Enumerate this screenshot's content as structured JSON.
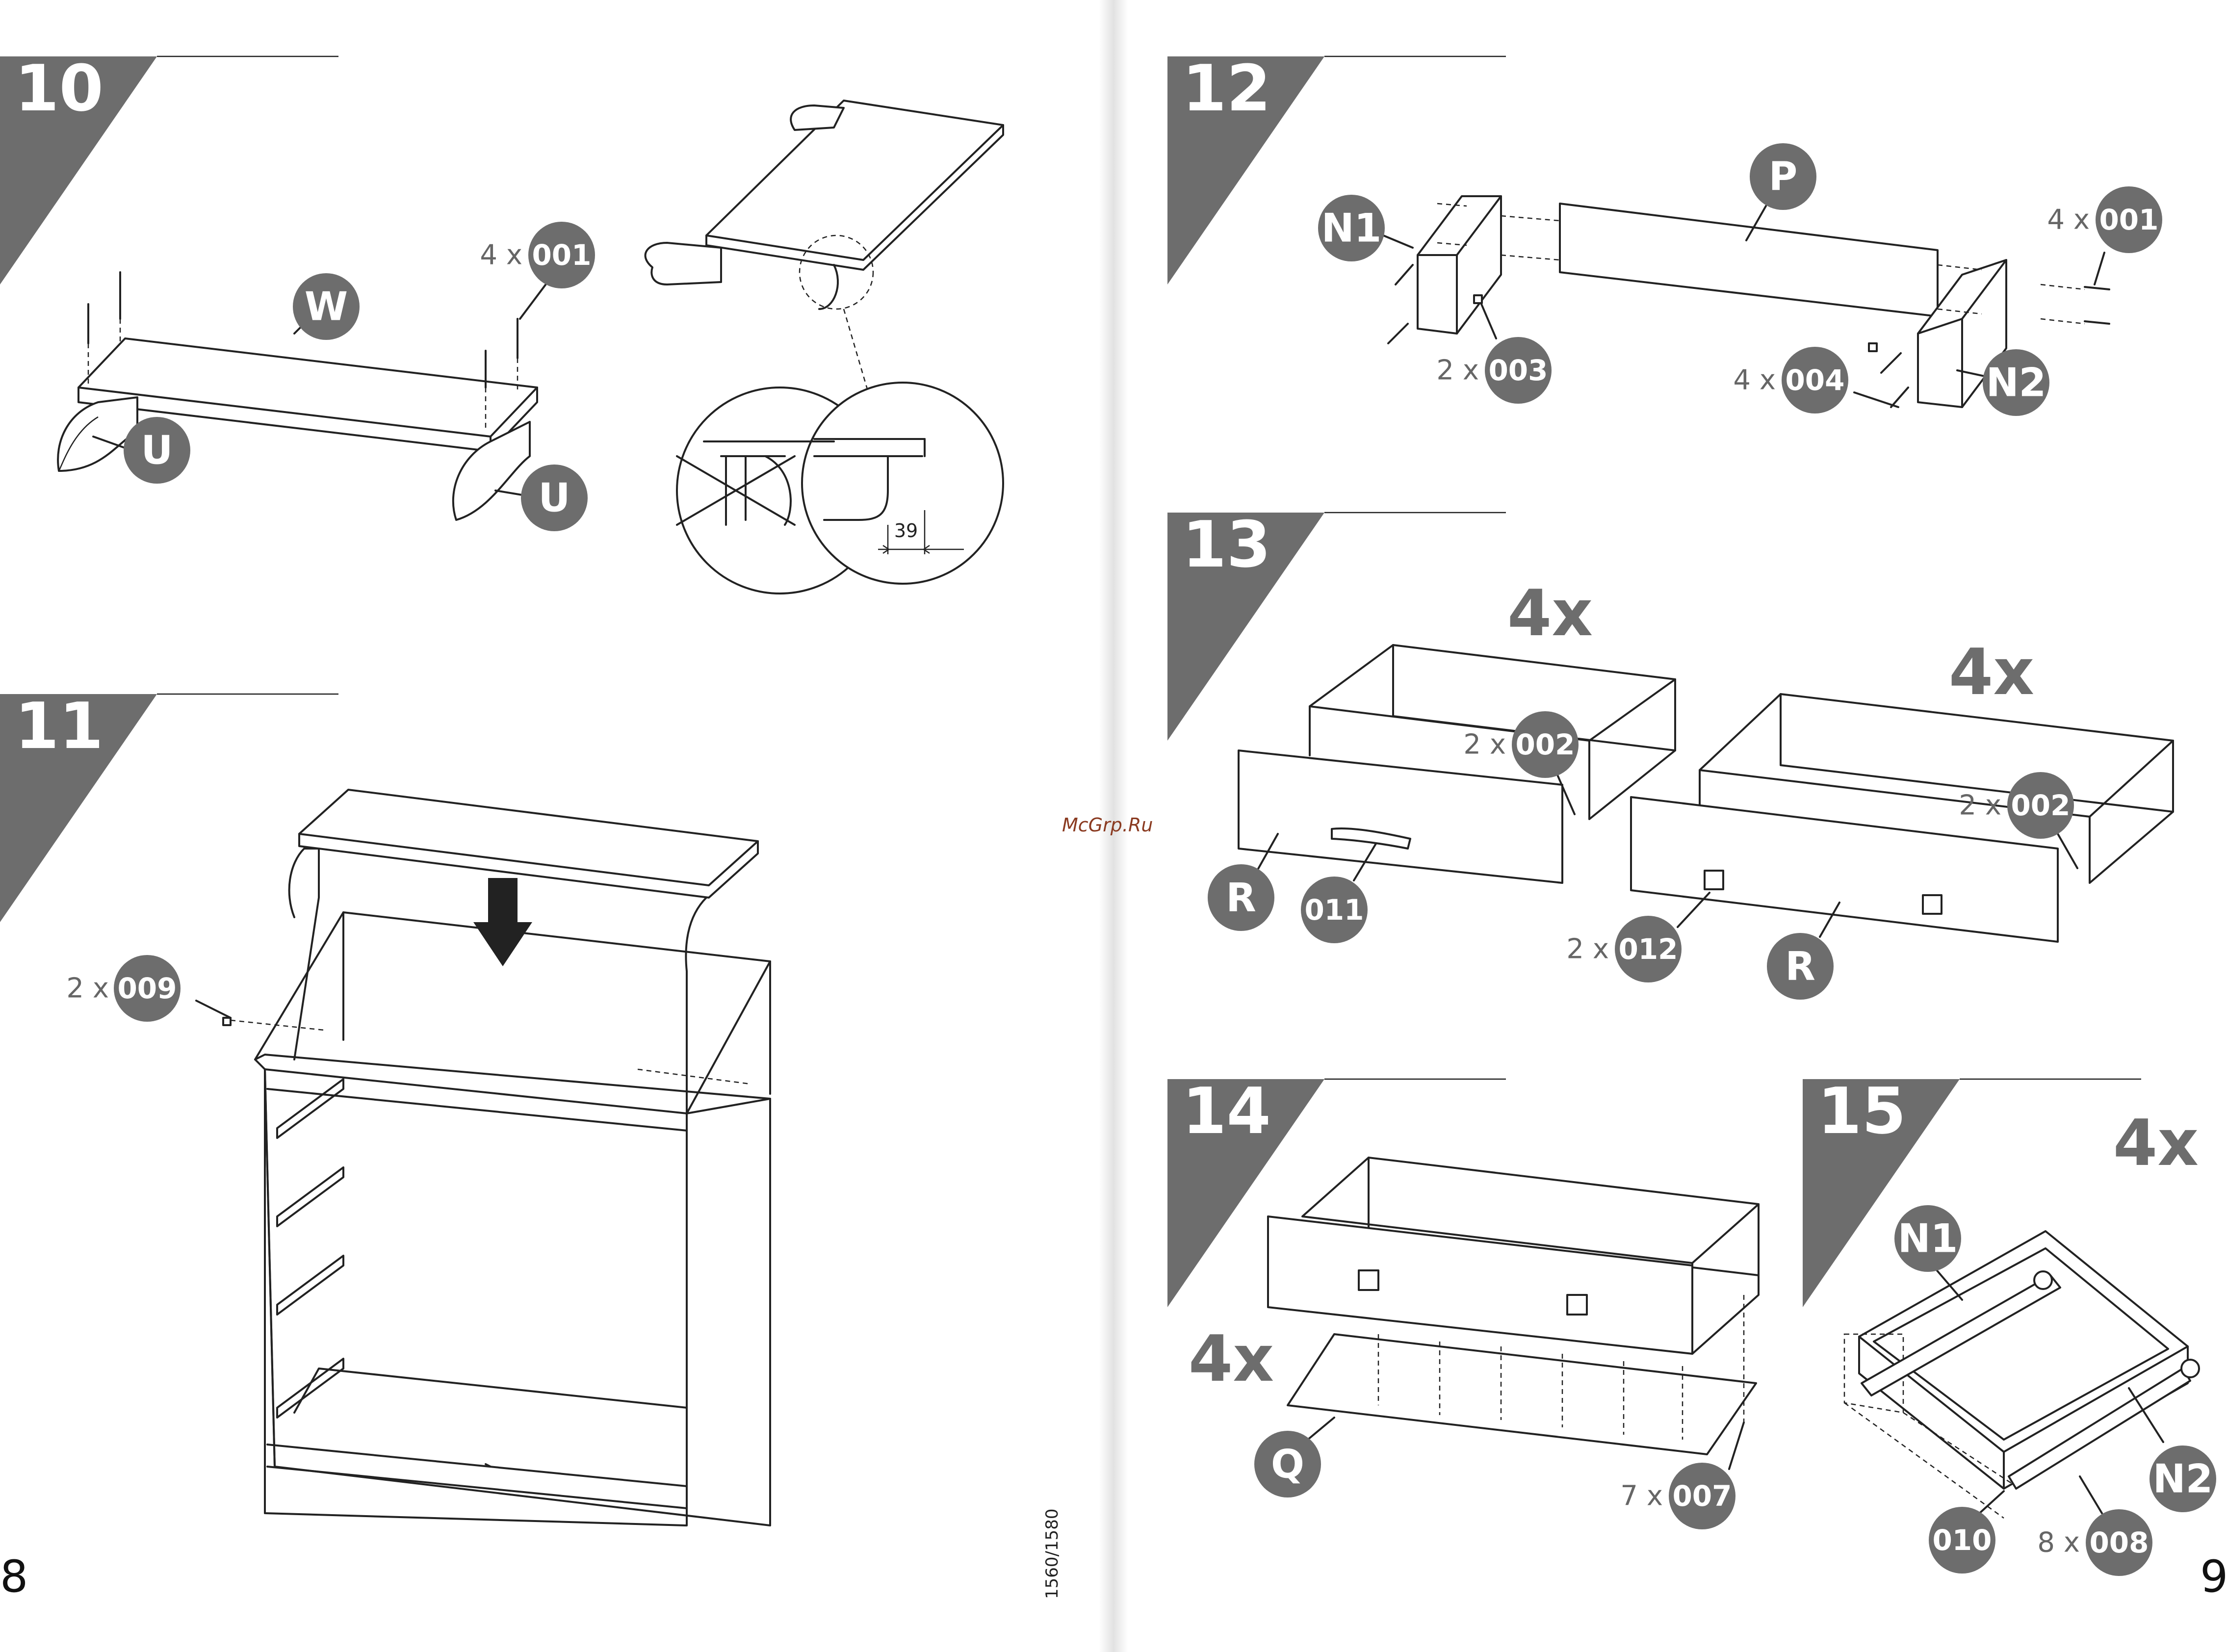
{
  "pages": {
    "left_number": "8",
    "right_number": "9"
  },
  "watermark": "McGrp.Ru",
  "model_code": "1560/1580",
  "steps": [
    {
      "number": "10",
      "parts": [
        "W",
        "U",
        "U"
      ],
      "fasteners": [
        {
          "qty": "4 x",
          "code": "001"
        }
      ],
      "dimension": "39"
    },
    {
      "number": "11",
      "fasteners": [
        {
          "qty": "2 x",
          "code": "009"
        }
      ]
    },
    {
      "number": "12",
      "parts": [
        "N1",
        "P",
        "N2"
      ],
      "fasteners": [
        {
          "qty": "4 x",
          "code": "001"
        },
        {
          "qty": "2 x",
          "code": "003"
        },
        {
          "qty": "4 x",
          "code": "004"
        }
      ]
    },
    {
      "number": "13",
      "repeat_left": "4x",
      "repeat_right": "4x",
      "parts": [
        "R",
        "R"
      ],
      "fasteners": [
        {
          "qty": "2 x",
          "code": "002"
        },
        {
          "qty": "2 x",
          "code": "002"
        },
        {
          "qty": "",
          "code": "011"
        },
        {
          "qty": "2 x",
          "code": "012"
        }
      ]
    },
    {
      "number": "14",
      "repeat": "4x",
      "parts": [
        "Q"
      ],
      "fasteners": [
        {
          "qty": "7 x",
          "code": "007"
        }
      ]
    },
    {
      "number": "15",
      "repeat": "4x",
      "parts": [
        "N1",
        "N2"
      ],
      "fasteners": [
        {
          "qty": "",
          "code": "010"
        },
        {
          "qty": "8 x",
          "code": "008"
        }
      ]
    }
  ],
  "colors": {
    "badge": "#6d6d6d",
    "line": "#222222"
  }
}
